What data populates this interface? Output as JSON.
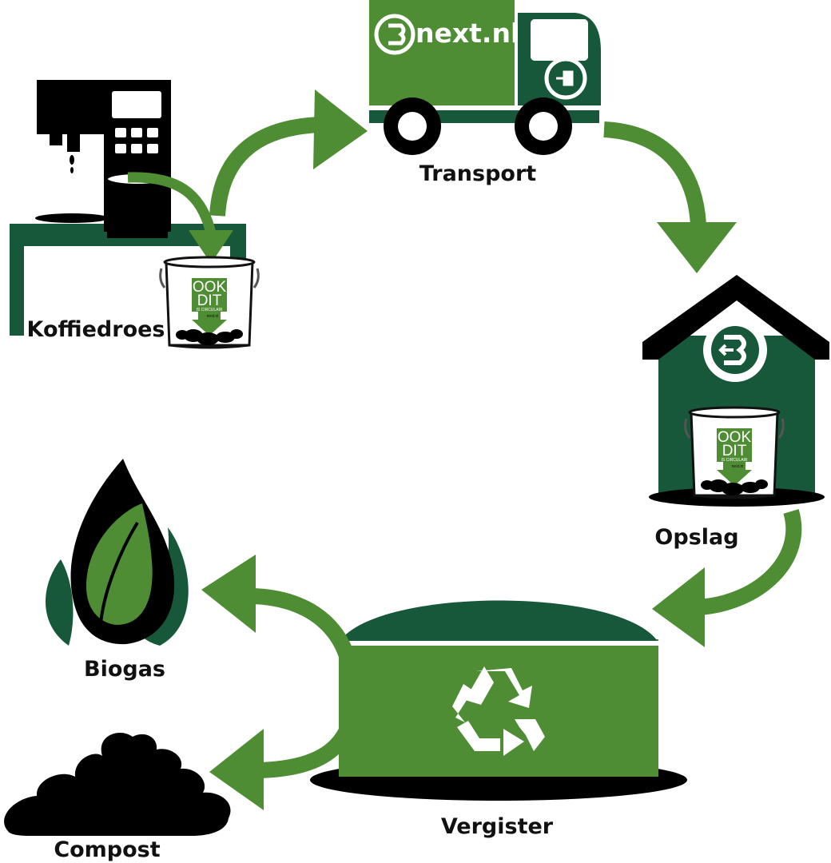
{
  "colors": {
    "bright_green": "#4e8d34",
    "dark_green": "#17573a",
    "black": "#000000",
    "white": "#ffffff"
  },
  "stages": {
    "koffiedroes": "Koffiedroes",
    "transport": "Transport",
    "opslag": "Opslag",
    "vergister": "Vergister",
    "biogas": "Biogas",
    "compost": "Compost"
  },
  "truck": {
    "brand": "next.nl"
  },
  "bucket": {
    "line1": "OOK",
    "line2": "DIT",
    "line3": "IS CIRCULAIR",
    "brand": "next.nl"
  },
  "icons": {
    "machine": "coffee-machine-icon",
    "truck": "electric-truck-icon",
    "warehouse": "warehouse-icon",
    "digester": "digester-tank-icon",
    "recycle": "recycle-icon",
    "biogas": "flame-leaf-icon",
    "compost": "compost-pile-icon"
  }
}
